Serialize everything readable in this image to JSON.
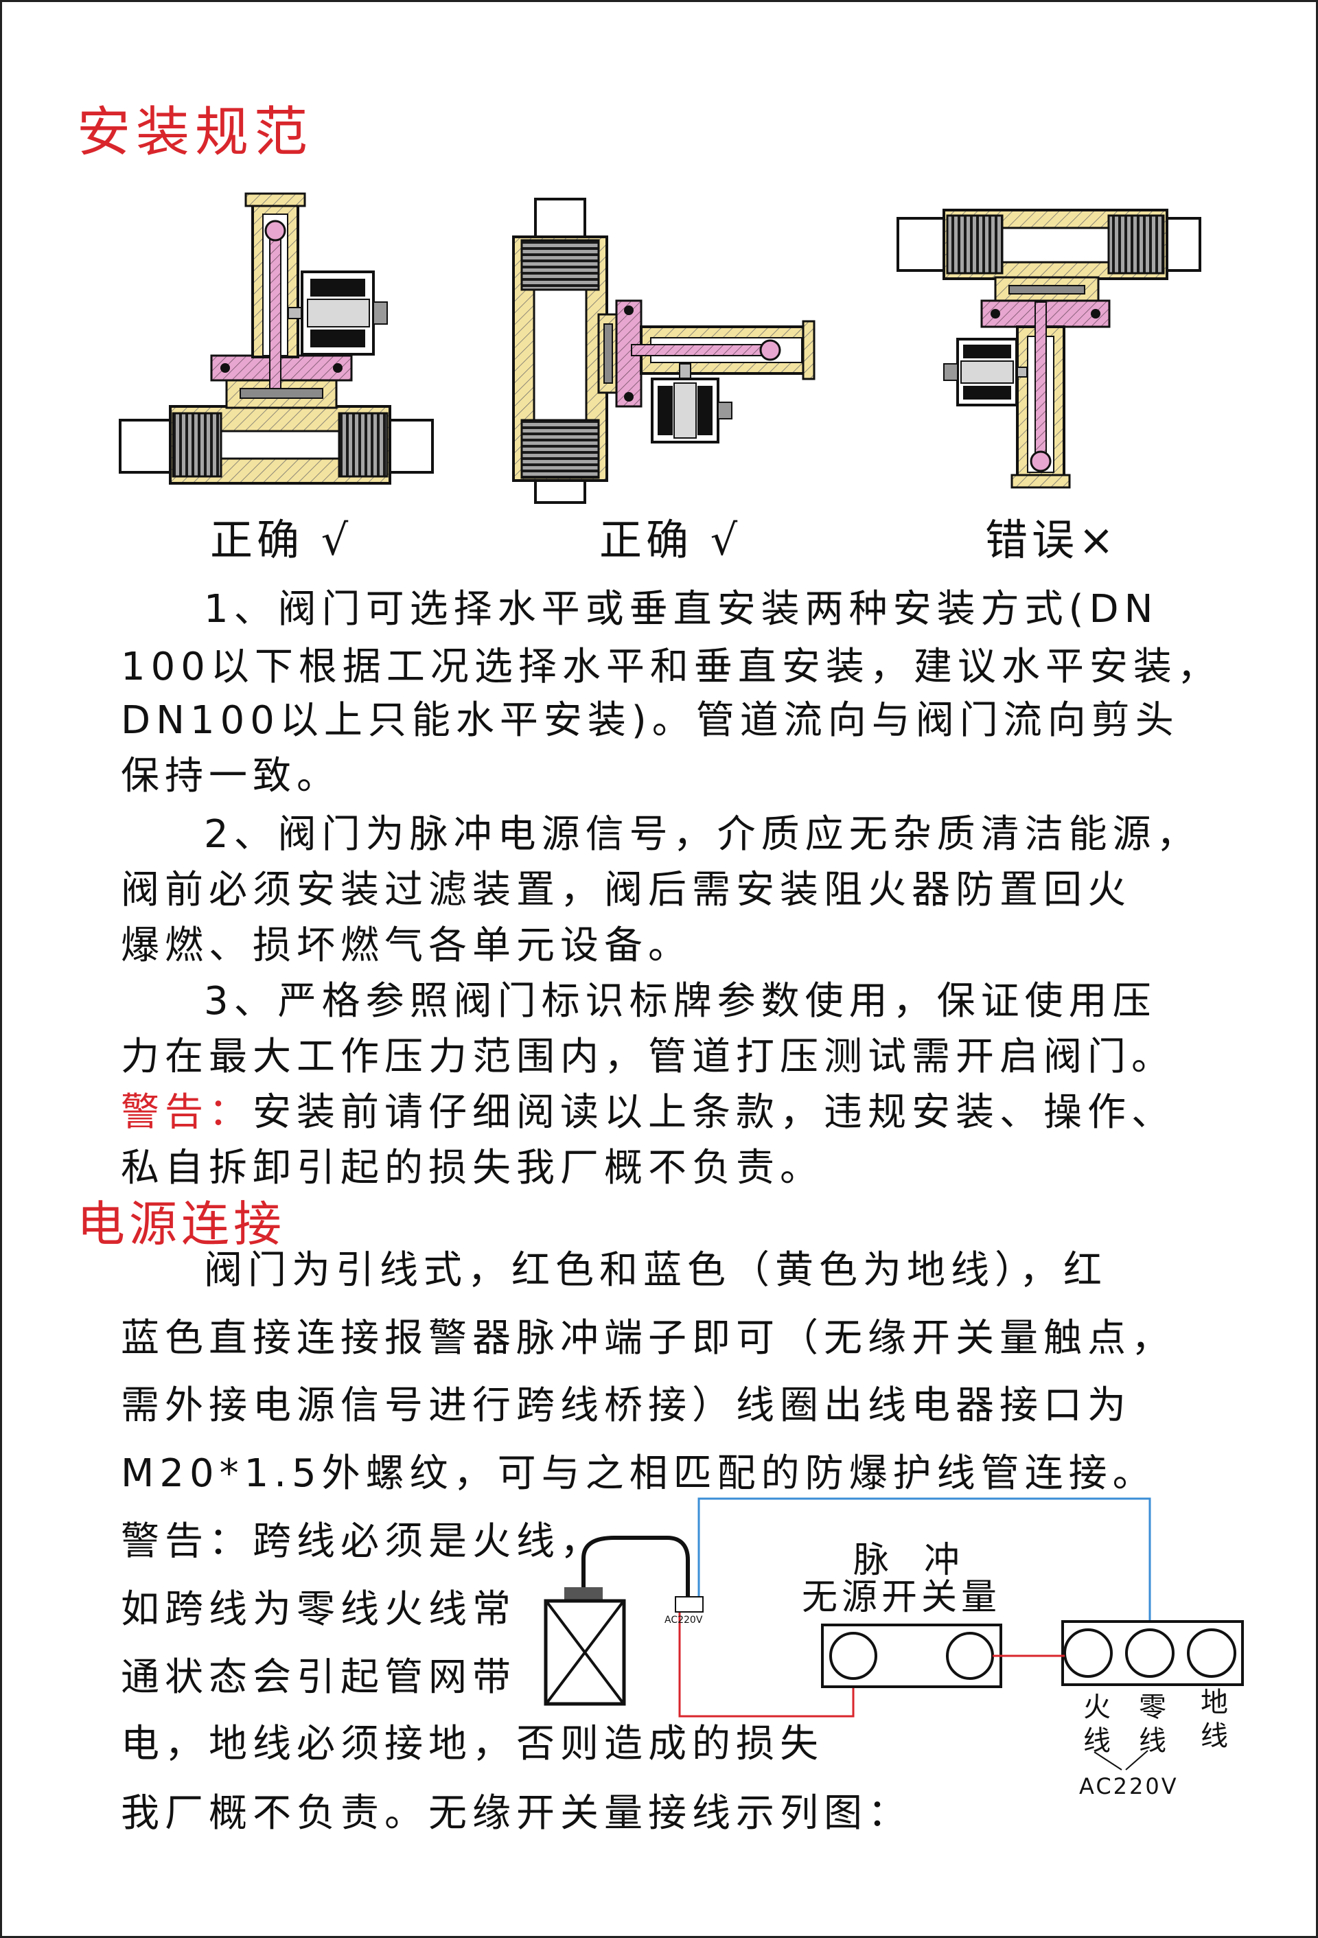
{
  "install": {
    "heading": "安装规范",
    "diagram_captions": [
      "正确 √",
      "正确 √",
      "错误×"
    ],
    "lines": [
      "1、阀门可选择水平或垂直安装两种安装方式(DN",
      "100以下根据工况选择水平和垂直安装，建议水平安装，",
      "DN100以上只能水平安装)。管道流向与阀门流向剪头",
      "保持一致。",
      "2、阀门为脉冲电源信号，介质应无杂质清洁能源，",
      "阀前必须安装过滤装置，阀后需安装阻火器防置回火",
      "爆燃、损坏燃气各单元设备。",
      "3、严格参照阀门标识标牌参数使用，保证使用压",
      "力在最大工作压力范围内，管道打压测试需开启阀门。"
    ],
    "warning": {
      "label": "警告：",
      "line1": "安装前请仔细阅读以上条款，违规安装、操作、",
      "line2": "私自拆卸引起的损失我厂概不负责。"
    }
  },
  "power": {
    "heading": "电源连接",
    "lines": [
      "阀门为引线式，红色和蓝色（黄色为地线），红",
      "蓝色直接连接报警器脉冲端子即可（无缘开关量触点，",
      "需外接电源信号进行跨线桥接）线圈出线电器接口为",
      "M20*1.5外螺纹，可与之相匹配的防爆护线管连接。",
      "警告：跨线必须是火线，",
      "如跨线为零线火线常",
      "通状态会引起管网带",
      "电，地线必须接地，否则造成的损失",
      "我厂概不负责。无缘开关量接线示列图："
    ]
  },
  "wiring_diagram": {
    "cable_label": "AC220V",
    "pulse_label": "脉  冲",
    "switch_label": "无源开关量",
    "terminals": [
      "火线",
      "零线",
      "地线"
    ],
    "supply_label": "AC220V"
  },
  "colors": {
    "heading_red": "#d8262c",
    "live_wire_red": "#d8262c",
    "neutral_wire_blue": "#3b8ed6",
    "valve_body_yellow": "#f3e3a0",
    "diaphragm_pink": "#e7a6cf",
    "thread_gray": "#a5a5a5"
  }
}
